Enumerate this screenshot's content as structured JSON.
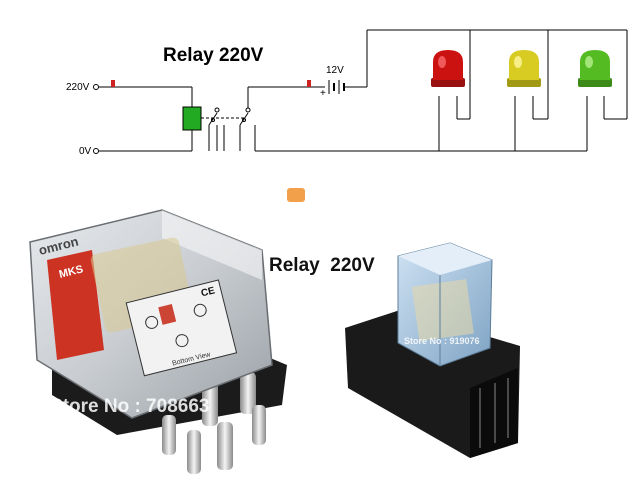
{
  "schematic": {
    "title": "Relay  220V",
    "label_220v": "220V",
    "label_0v": "0V",
    "label_12v": "12V",
    "battery_plus": "+",
    "lamps": [
      {
        "name": "red-lamp",
        "color": "#cc1111"
      },
      {
        "name": "yellow-lamp",
        "color": "#d8cc22"
      },
      {
        "name": "green-lamp",
        "color": "#55bb22"
      }
    ],
    "coil_color": "#22aa22",
    "fuse_color": "#cc2222"
  },
  "photo_left": {
    "brand": "omron",
    "model": "MKS",
    "back_text": "Bottom View",
    "ce_mark": "CE",
    "watermark": "Store No : 708663"
  },
  "photo_right": {
    "title": "Relay  220V",
    "watermark": "Store No : 919076"
  }
}
